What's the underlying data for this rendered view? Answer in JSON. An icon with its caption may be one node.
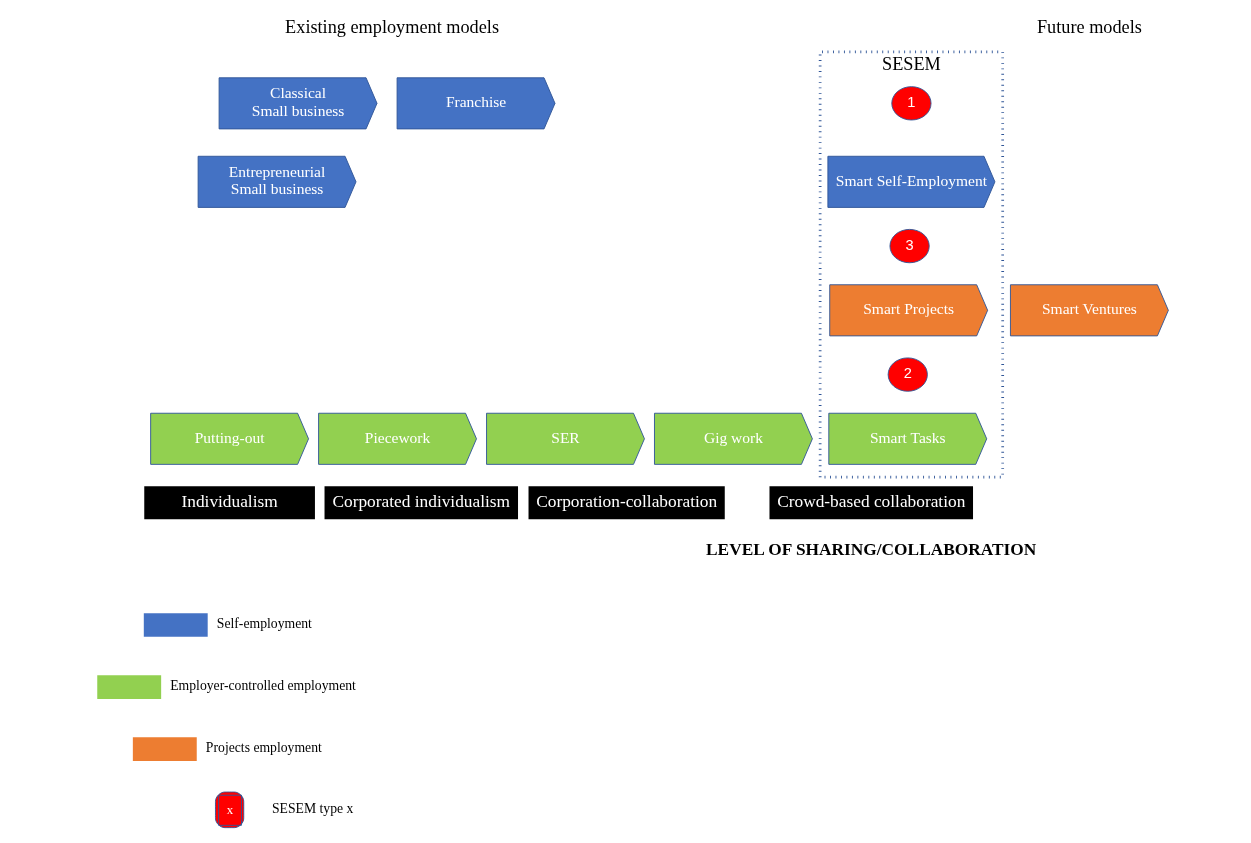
{
  "diagram": {
    "nodes": [
      {
        "text": [
          "Classical",
          "Small business"
        ]
      },
      {
        "text": [
          "Entrepreneurial",
          "Small business"
        ]
      },
      {
        "text": [
          "Franchise"
        ]
      },
      {
        "text": [
          "SESEM"
        ]
      },
      {
        "text": [
          "1"
        ],
        "in": 3
      },
      {
        "text": [
          "Smart Self-Employment"
        ],
        "in": 3
      },
      {
        "text": [
          "3"
        ],
        "in": 3
      },
      {
        "text": [
          "Smart Projects"
        ],
        "in": 3
      },
      {
        "text": [
          "2"
        ],
        "in": 3
      },
      {
        "text": [
          "Smart Tasks"
        ],
        "in": 3
      },
      {
        "text": [
          "Smart Ventures"
        ]
      },
      {
        "text": [
          "Putting-out"
        ]
      },
      {
        "text": [
          "Piecework"
        ]
      },
      {
        "text": [
          "SER"
        ]
      },
      {
        "text": [
          "Gig work"
        ]
      }
    ],
    "labels": [
      "Existing employment models",
      "Future models",
      "Individualism",
      "Corporated individualism",
      "Corporation-collaboration",
      "Crowd-based collaboration",
      "LEVEL OF SHARING/COLLABORATION",
      "x"
    ],
    "legend": [
      {
        "text": "Self-employment",
        "color": "#4472c4"
      },
      {
        "text": "Employer-controlled employment",
        "color": "#92d050"
      },
      {
        "text": "Projects employment",
        "color": "#ed7d31"
      },
      {
        "text": "SESEM type x"
      }
    ]
  }
}
